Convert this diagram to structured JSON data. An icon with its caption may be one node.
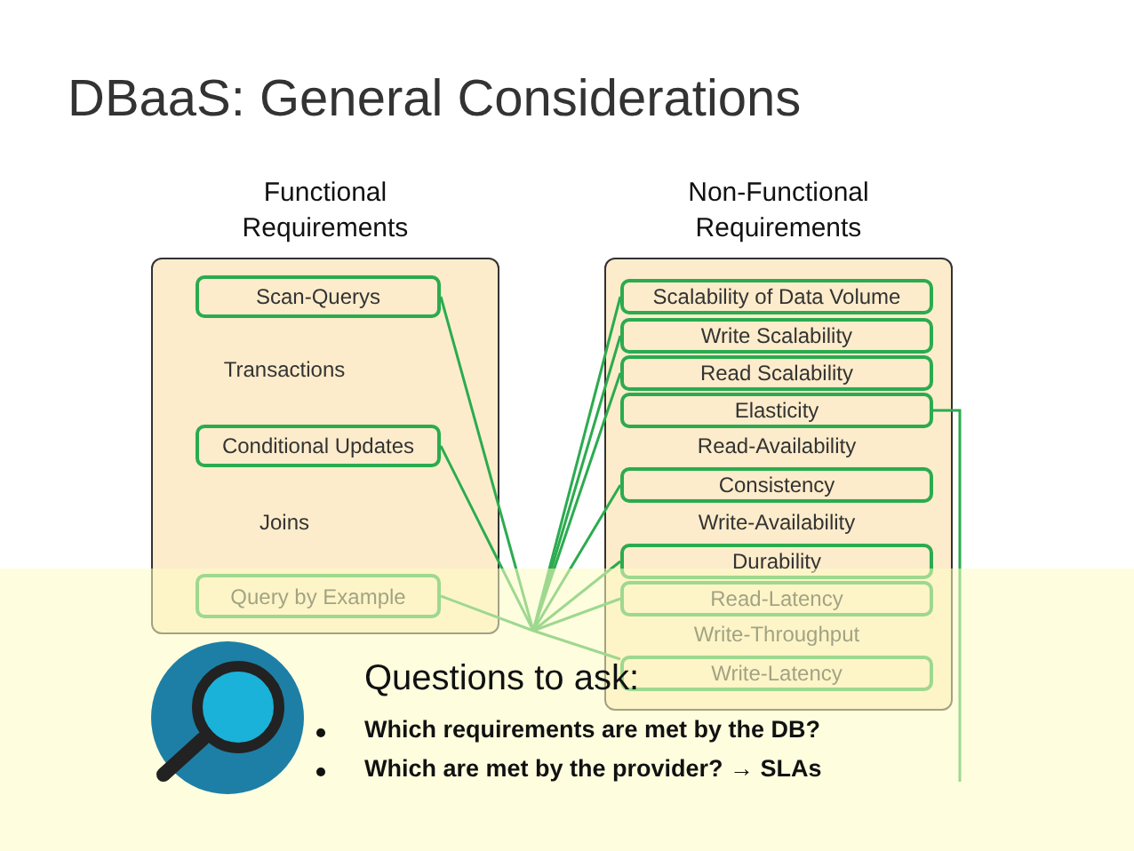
{
  "diagram": {
    "title": "DBaaS: General Considerations",
    "nodes": [
      {
        "text": [
          "Functional Requirements"
        ]
      },
      {
        "text": [
          "Scan-Querys"
        ],
        "in": 0
      },
      {
        "text": [
          "Conditional Updates"
        ],
        "in": 0
      },
      {
        "text": [
          "Query by Example"
        ],
        "in": 0
      },
      {
        "text": [
          "Non-Functional Requirements"
        ]
      },
      {
        "text": [
          "Scalability of Data Volume"
        ],
        "in": 4
      },
      {
        "text": [
          "Write Scalability"
        ],
        "in": 4
      },
      {
        "text": [
          "Read Scalability"
        ],
        "in": 4
      },
      {
        "text": [
          "Elasticity"
        ],
        "in": 4
      },
      {
        "text": [
          "Consistency"
        ],
        "in": 4
      },
      {
        "text": [
          "Durability"
        ],
        "in": 4
      },
      {
        "text": [
          "Read-Latency"
        ],
        "in": 4
      },
      {
        "text": [
          "Write-Latency"
        ],
        "in": 4
      }
    ],
    "edges": [
      {
        "from": 1,
        "to": null,
        "arrow": "none"
      },
      {
        "from": 2,
        "to": null,
        "arrow": "none"
      },
      {
        "from": 3,
        "to": null,
        "arrow": "none"
      },
      {
        "from": 5,
        "to": null,
        "arrow": "none"
      },
      {
        "from": 6,
        "to": null,
        "arrow": "none"
      },
      {
        "from": 7,
        "to": null,
        "arrow": "none"
      },
      {
        "from": 8,
        "to": null,
        "arrow": "none"
      },
      {
        "from": 9,
        "to": null,
        "arrow": "none"
      },
      {
        "from": 10,
        "to": null,
        "arrow": "none"
      },
      {
        "from": 11,
        "to": null,
        "arrow": "none"
      },
      {
        "from": 12,
        "to": null,
        "arrow": "none"
      }
    ],
    "labels": [
      "Transactions",
      "Joins",
      "Read-Availability",
      "Write-Availability",
      "Write-Throughput",
      "Questions to ask:",
      "Which requirements are met by the DB?",
      "Which are met by the provider? → SLAs"
    ]
  }
}
